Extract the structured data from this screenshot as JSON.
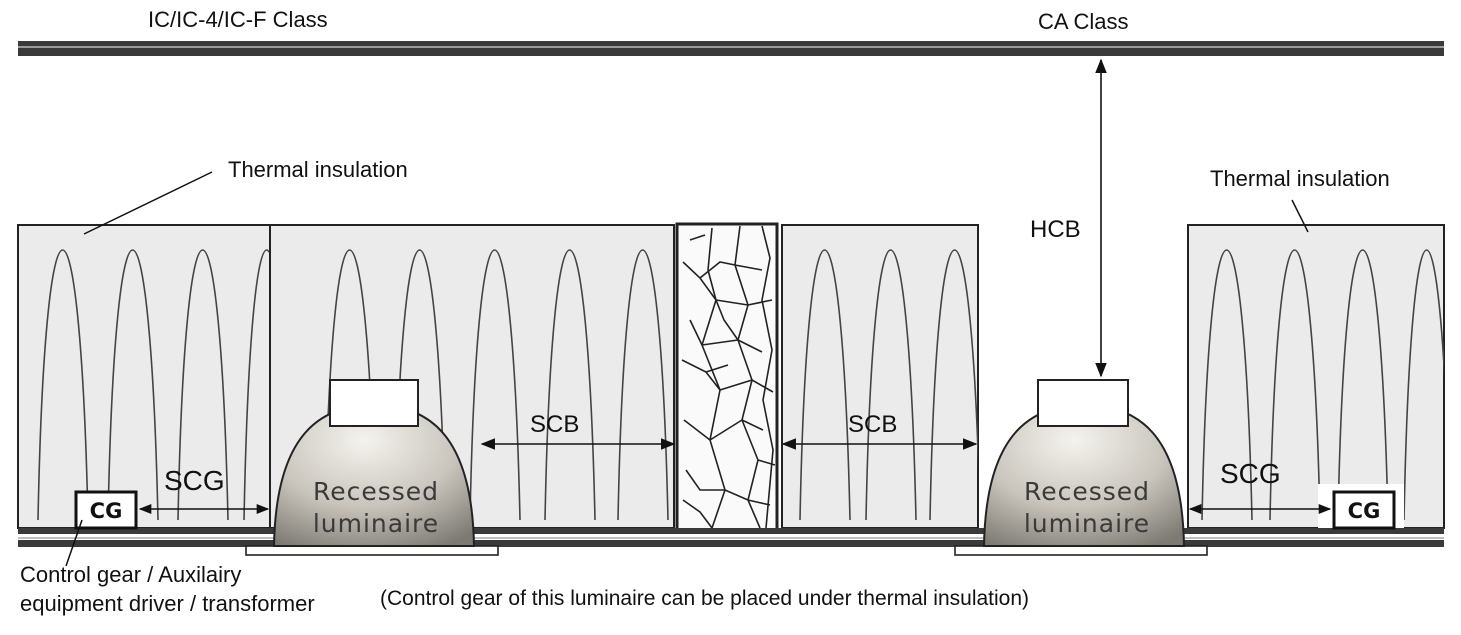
{
  "labels": {
    "class_left": "IC/IC-4/IC-F Class",
    "class_right": "CA Class",
    "thermal_left": "Thermal insulation",
    "thermal_right": "Thermal insulation",
    "hcb": "HCB",
    "scb_left": "SCB",
    "scb_right": "SCB",
    "scg_left": "SCG",
    "scg_right": "SCG",
    "cg_left": "CG",
    "cg_right": "CG",
    "luminaire_left_line1": "Recessed",
    "luminaire_left_line2": "luminaire",
    "luminaire_right_line1": "Recessed",
    "luminaire_right_line2": "luminaire",
    "control_gear_line1": "Control gear / Auxilairy",
    "control_gear_line2": "equipment driver / transformer",
    "note": "(Control gear of this luminaire can be placed under thermal insulation)"
  },
  "colors": {
    "insulation_fill": "#ebebeb",
    "beam": "#3a3a3a",
    "outline": "#222222",
    "dome_light": "#f3f1ec",
    "dome_dark": "#8a8780"
  }
}
